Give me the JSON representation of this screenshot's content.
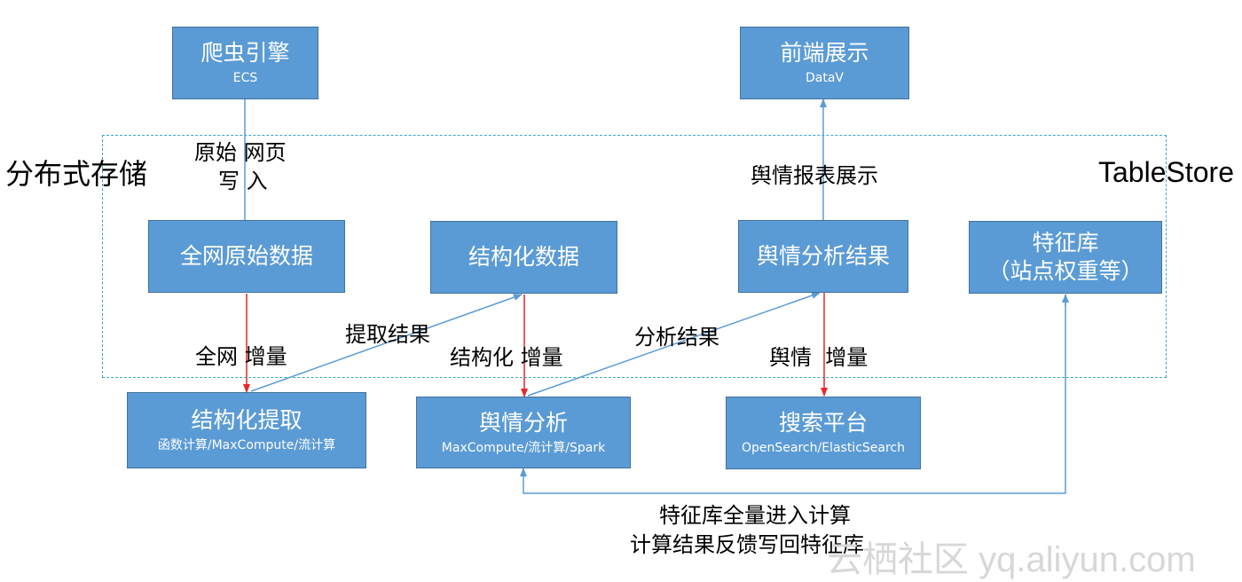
{
  "region": {
    "left_title": "分布式存储",
    "right_title": "TableStore"
  },
  "nodes": {
    "crawler": {
      "title": "爬虫引擎",
      "sub": "ECS"
    },
    "frontend": {
      "title": "前端展示",
      "sub": "DataV"
    },
    "raw": {
      "title": "全网原始数据"
    },
    "structured": {
      "title": "结构化数据"
    },
    "result": {
      "title": "舆情分析结果"
    },
    "feature": {
      "title": "特征库",
      "sub": "（站点权重等）"
    },
    "extract": {
      "title": "结构化提取",
      "sub": "函数计算/MaxCompute/流计算"
    },
    "analysis": {
      "title": "舆情分析",
      "sub": "MaxCompute/流计算/Spark"
    },
    "search": {
      "title": "搜索平台",
      "sub": "OpenSearch/ElasticSearch"
    }
  },
  "edges": {
    "crawler_raw_1": "原始 网页",
    "crawler_raw_2": "写 入",
    "raw_extract": "全网 增量",
    "extract_structured": "提取结果",
    "structured_analysis": "结构化 增量",
    "analysis_result": "分析结果",
    "result_search": "舆情  增量",
    "result_frontend": "舆情报表展示",
    "feature_loop_1": "特征库全量进入计算",
    "feature_loop_2": "计算结果反馈写回特征库"
  },
  "watermark": "云栖社区 yq.aliyun.com",
  "colors": {
    "box_fill": "#5b9bd5",
    "box_border": "#41719c",
    "blue_arrow": "#5b9bd5",
    "red_arrow": "#e8262b",
    "region_border": "#37a5c8"
  }
}
